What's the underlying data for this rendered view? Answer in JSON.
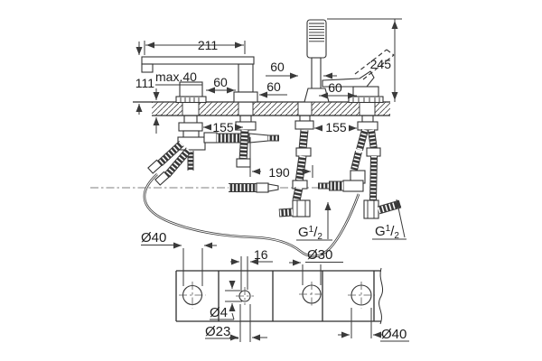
{
  "title": "faucet-installation-dimension-drawing",
  "colors": {
    "background": "#ffffff",
    "line": "#2e2e2e",
    "dim_text": "#1e1e1e"
  },
  "dimensions": {
    "spout_reach": "211",
    "hand_shower_height": "245",
    "spout_height": "111",
    "max_deck_thickness": "max.40",
    "spacing_a": "60",
    "spacing_b": "60",
    "spacing_c": "60",
    "spacing_d": "60",
    "hose_length_a": "155",
    "hose_length_b": "155",
    "hose_spread": "190"
  },
  "thread_label": {
    "base": "G",
    "numerator": "1",
    "slash": "/",
    "denominator": "2"
  },
  "plan": {
    "left_hole_dia": "Ø40",
    "pin_offset": "16",
    "shower_hole_dia": "Ø30",
    "pin_hole_dia": "Ø4",
    "handle_hole_dia": "Ø23",
    "right_hole_dia": "Ø40"
  }
}
